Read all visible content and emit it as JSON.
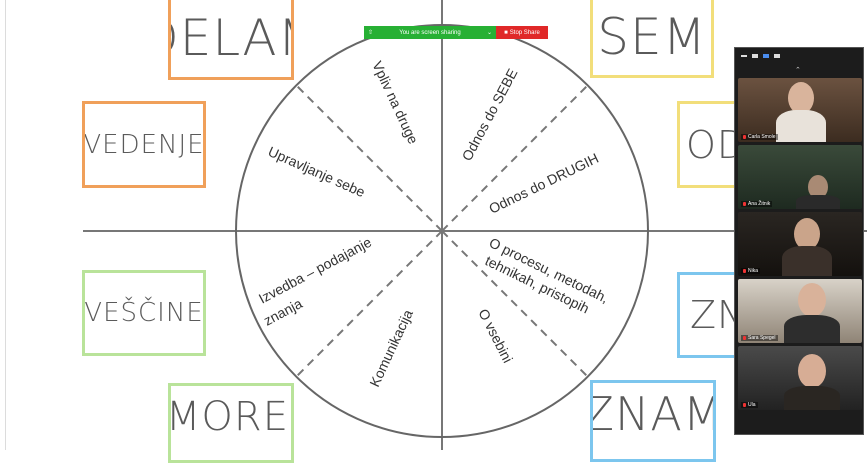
{
  "slide": {
    "corner_words": {
      "delam": "DELAM",
      "sem": "SEM",
      "vedenje": "VEDENJE",
      "odnos_partial": "ODN",
      "vescine": "VEŠČINE",
      "znam_partial": "ZN",
      "zmorem": "ZMOREM",
      "znam": "ZNAM"
    },
    "wheel": {
      "segments": {
        "vpliv_na_druge": "Vpliv na druge",
        "odnos_do_sebe": "Odnos do SEBE",
        "upravljanje_sebe": "Upravljanje sebe",
        "odnos_do_drugih": "Odnos do DRUGIH",
        "izvedba_line1": "Izvedba – podajanje",
        "izvedba_line2": "znanja",
        "o_procesu_line1": "O procesu, metodah,",
        "o_procesu_line2": "tehnikah, pristopih",
        "komunikacija": "Komunikacija",
        "o_vsebini": "O vsebini"
      }
    }
  },
  "share_bar": {
    "status": "You are screen sharing",
    "stop_label": "Stop Share"
  },
  "gallery": {
    "participants": [
      {
        "name": "Carla Smole"
      },
      {
        "name": "Ana Žitnik"
      },
      {
        "name": "Nika"
      },
      {
        "name": "Sara Spegel"
      },
      {
        "name": "Ula"
      }
    ]
  },
  "colors": {
    "orange": "#f0a05a",
    "yellow": "#f2de7a",
    "green": "#b9e39a",
    "blue": "#7cc6ee",
    "share_green": "#27b034",
    "share_red": "#e02828"
  }
}
